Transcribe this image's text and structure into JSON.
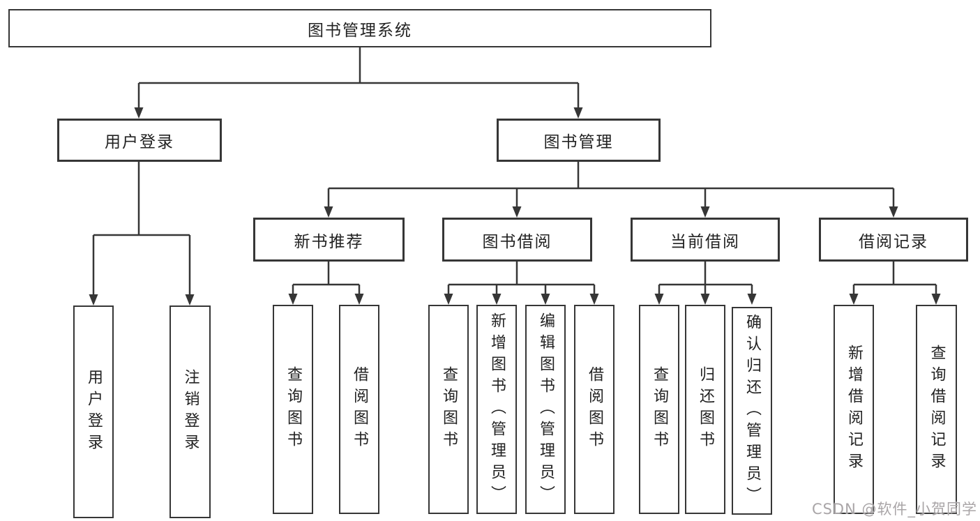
{
  "nodes": {
    "root": "图书管理系统",
    "level2": [
      "用户登录",
      "图书管理"
    ],
    "level3": [
      "新书推荐",
      "图书借阅",
      "当前借阅",
      "借阅记录"
    ],
    "leaves_user_login": [
      "用户登录",
      "注销登录"
    ],
    "leaves_new_book": [
      "查询图书",
      "借阅图书"
    ],
    "leaves_book_borrow": [
      "查询图书",
      "新增图书（管理员）",
      "编辑图书（管理员）",
      "借阅图书"
    ],
    "leaves_current_borrow": [
      "查询图书",
      "归还图书",
      "确认归还（管理员）"
    ],
    "leaves_borrow_record": [
      "新增借阅记录",
      "查询借阅记录"
    ]
  },
  "watermark": {
    "text": "CSDN @软件_小贺同学"
  },
  "colors": {
    "line": "#363636",
    "box_border": "#363636",
    "text": "#222222",
    "background": "#ffffff",
    "watermark": "#a9a5a7"
  }
}
